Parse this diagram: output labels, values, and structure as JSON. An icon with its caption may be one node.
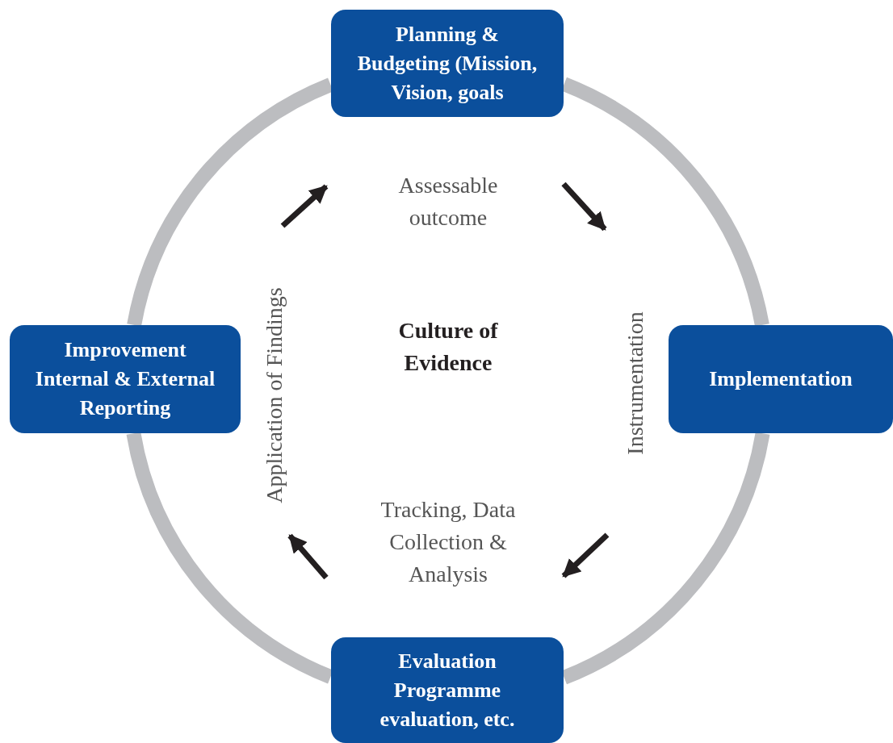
{
  "diagram": {
    "nodes": [
      {
        "text": [
          "Planning & Budgeting (Mission, Vision, goals"
        ]
      },
      {
        "text": [
          "Implementation"
        ]
      },
      {
        "text": [
          "Evaluation Programme evaluation, etc."
        ]
      },
      {
        "text": [
          "Improvement Internal & External Reporting"
        ]
      }
    ],
    "edges": [
      {
        "from": 0,
        "to": 1,
        "arrow": "none"
      },
      {
        "from": 1,
        "to": 2,
        "arrow": "none"
      },
      {
        "from": 2,
        "to": 3,
        "arrow": "none"
      },
      {
        "from": 3,
        "to": 0,
        "arrow": "none"
      }
    ],
    "labels": [
      "Assessable outcome",
      "Application of Findings",
      "Culture of Evidence",
      "Instrumentation",
      "Tracking, Data Collection & Analysis"
    ]
  }
}
